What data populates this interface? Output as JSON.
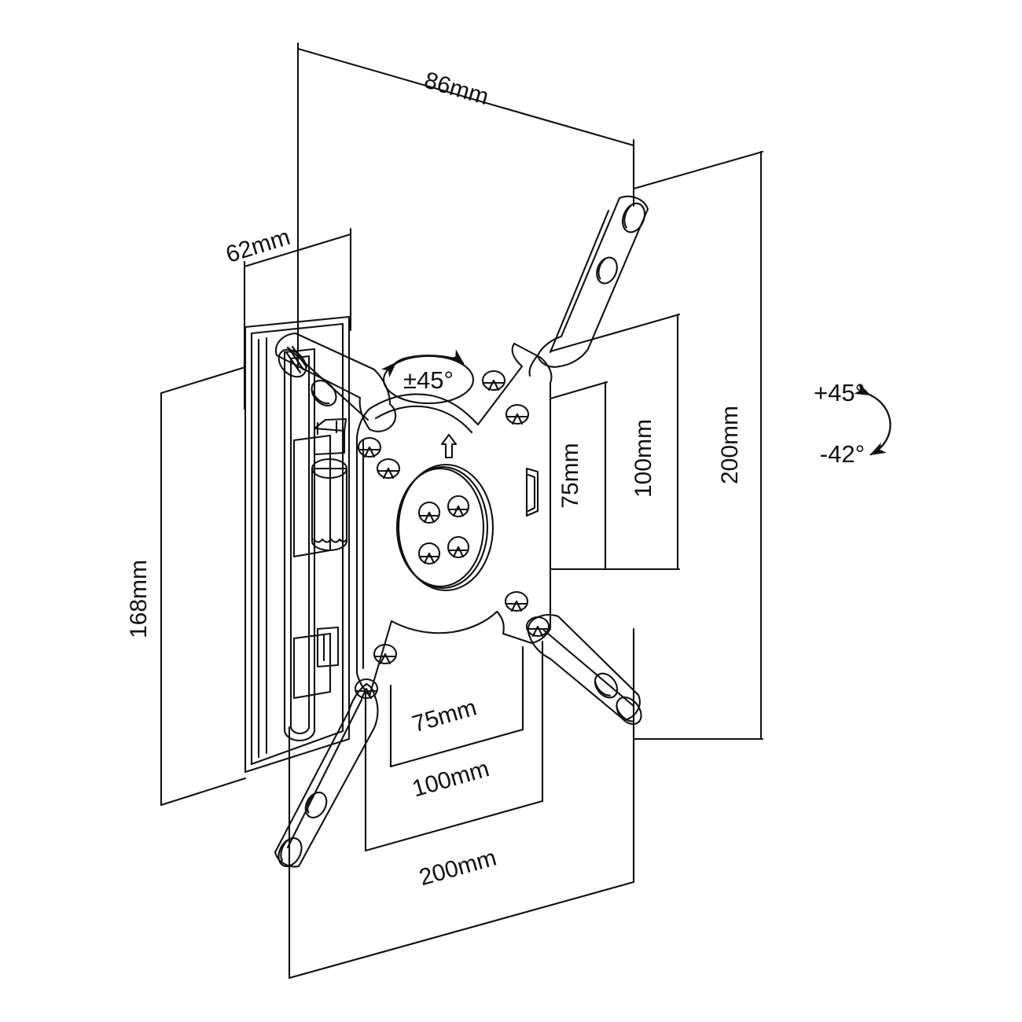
{
  "drawing": {
    "title": "TV wall mount dimensional drawing",
    "line_color": "#111111",
    "background_color": "#ffffff"
  },
  "dimensions": {
    "depth_top": "86mm",
    "depth_plate": "62mm",
    "height_wallplate": "168mm",
    "vesa_height_small": "75mm",
    "vesa_height_mid": "100mm",
    "vesa_height_large": "200mm",
    "vesa_width_small": "75mm",
    "vesa_width_mid": "100mm",
    "vesa_width_large": "200mm"
  },
  "annotations": {
    "swivel_badge": "±45°",
    "tilt_up": "+45°",
    "tilt_down": "-42°"
  },
  "icons": {
    "orientation_arrow": "up-arrow-icon",
    "swivel_arrows": "swivel-double-arrow-icon",
    "tilt_arc": "tilt-arc-double-arrow-icon"
  }
}
